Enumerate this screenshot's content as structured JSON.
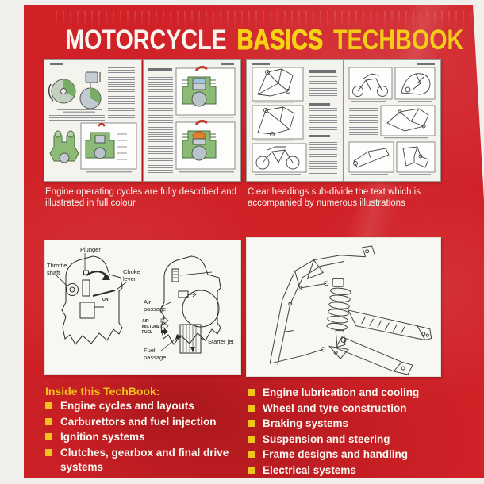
{
  "title": {
    "word1": "MOTORCYCLE",
    "word2": "BASICS",
    "word3": "TECHBOOK"
  },
  "captions": {
    "engine_cycles": "Engine operating cycles are fully described and illustrated in full colour",
    "clear_headings": "Clear headings sub-divide the text which is accompanied by numerous illustrations"
  },
  "carb_diagram": {
    "plunger": "Plunger",
    "throttle_l1": "Throttle",
    "throttle_l2": "shaft",
    "choke_l1": "Choke",
    "choke_l2": "lever",
    "on": "ON",
    "air_l1": "Air",
    "air_l2": "passage",
    "mix_air": "AIR",
    "mix_mixture": "MIXTURE",
    "mix_fuel": "FUEL",
    "fuel_l1": "Fuel",
    "fuel_l2": "passage",
    "starter_jet": "Starter jet"
  },
  "toc": {
    "heading": "Inside this TechBook:",
    "left_items": [
      "Engine cycles and layouts",
      "Carburettors and fuel injection",
      "Ignition systems",
      "Clutches, gearbox and final drive systems"
    ],
    "right_items": [
      "Engine lubrication and cooling",
      "Wheel and tyre construction",
      "Braking systems",
      "Suspension and steering",
      "Frame designs and handling",
      "Electrical systems"
    ]
  },
  "colors": {
    "cover_red": "#d02127",
    "accent_yellow": "#f6d114",
    "text_white": "#f7f4ee"
  }
}
